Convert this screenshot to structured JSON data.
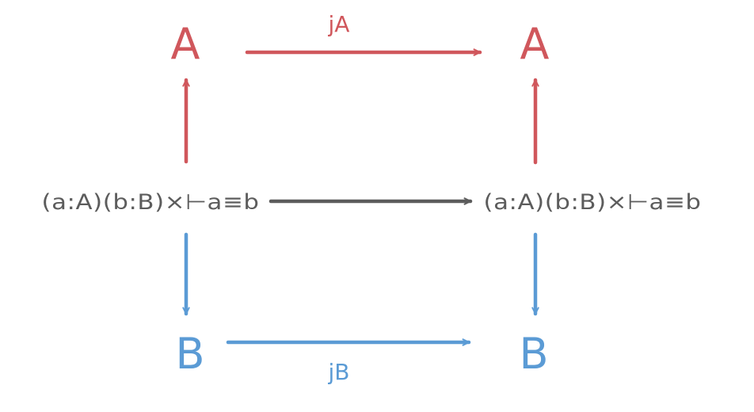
{
  "colors": {
    "red": "#d0575c",
    "blue": "#5b9bd5",
    "gray": "#5c5c5c",
    "background": "#ffffff"
  },
  "nodes": {
    "top_left": "A",
    "top_right": "A",
    "middle_left": "(a:A)(b:B)×⊢a≡b",
    "middle_right": "(a:A)(b:B)×⊢a≡b",
    "bottom_left": "B",
    "bottom_right": "B"
  },
  "edges": {
    "top": {
      "label": "jA",
      "color": "red"
    },
    "middle": {
      "label": "",
      "color": "gray"
    },
    "bottom": {
      "label": "jB",
      "color": "blue"
    },
    "left_up": {
      "label": "",
      "color": "red"
    },
    "right_up": {
      "label": "",
      "color": "red"
    },
    "left_down": {
      "label": "",
      "color": "blue"
    },
    "right_down": {
      "label": "",
      "color": "blue"
    }
  }
}
